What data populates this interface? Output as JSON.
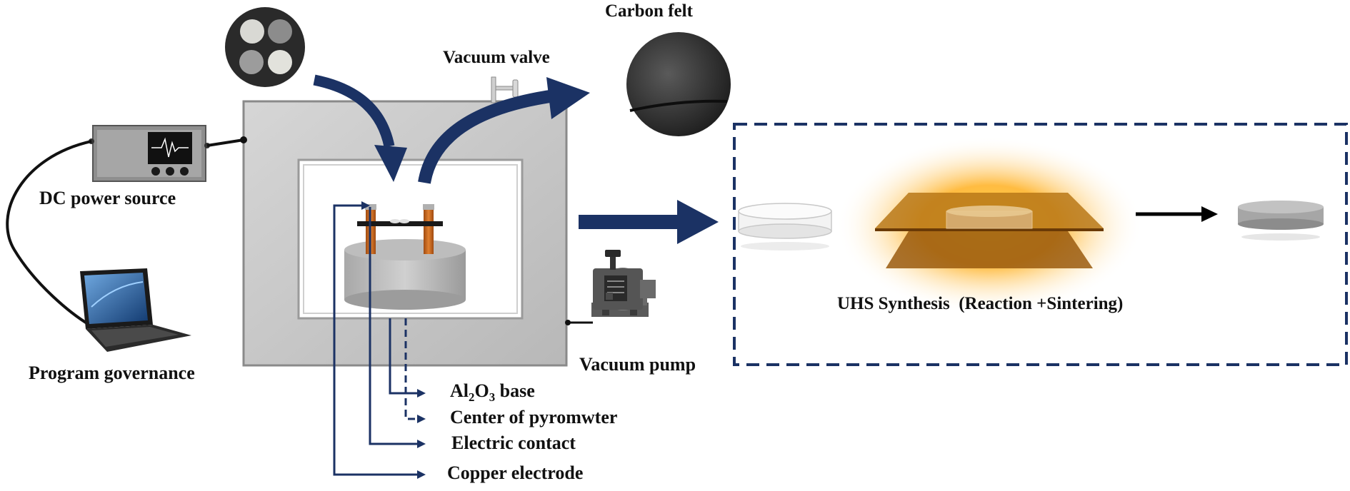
{
  "labels": {
    "carbon_felt": "Carbon felt",
    "vacuum_valve": "Vacuum valve",
    "dc_power_source": "DC power source",
    "program_governance": "Program governance",
    "vacuum_pump": "Vacuum pump",
    "al2o3_base": {
      "p1": "Al",
      "s1": "2",
      "p2": "O",
      "s2": "3",
      "p3": " base"
    },
    "center_of_pyrometer": "Center of pyromwter",
    "electric_contact": "Electric contact",
    "copper_electrode": "Copper electrode",
    "uhs_synthesis": "UHS Synthesis  (Reaction +Sintering)"
  },
  "colors": {
    "navy": "#1b3264",
    "chamber_gray": "#c8c8c8",
    "copper": "#c8641e",
    "glow": "#ffb020",
    "felt_plate": "#b87818"
  },
  "icons": [
    "sample-disks-icon",
    "power-source-icon",
    "laptop-icon",
    "vacuum-pump-icon",
    "vacuum-valve-icon",
    "carbon-felt-icon"
  ]
}
